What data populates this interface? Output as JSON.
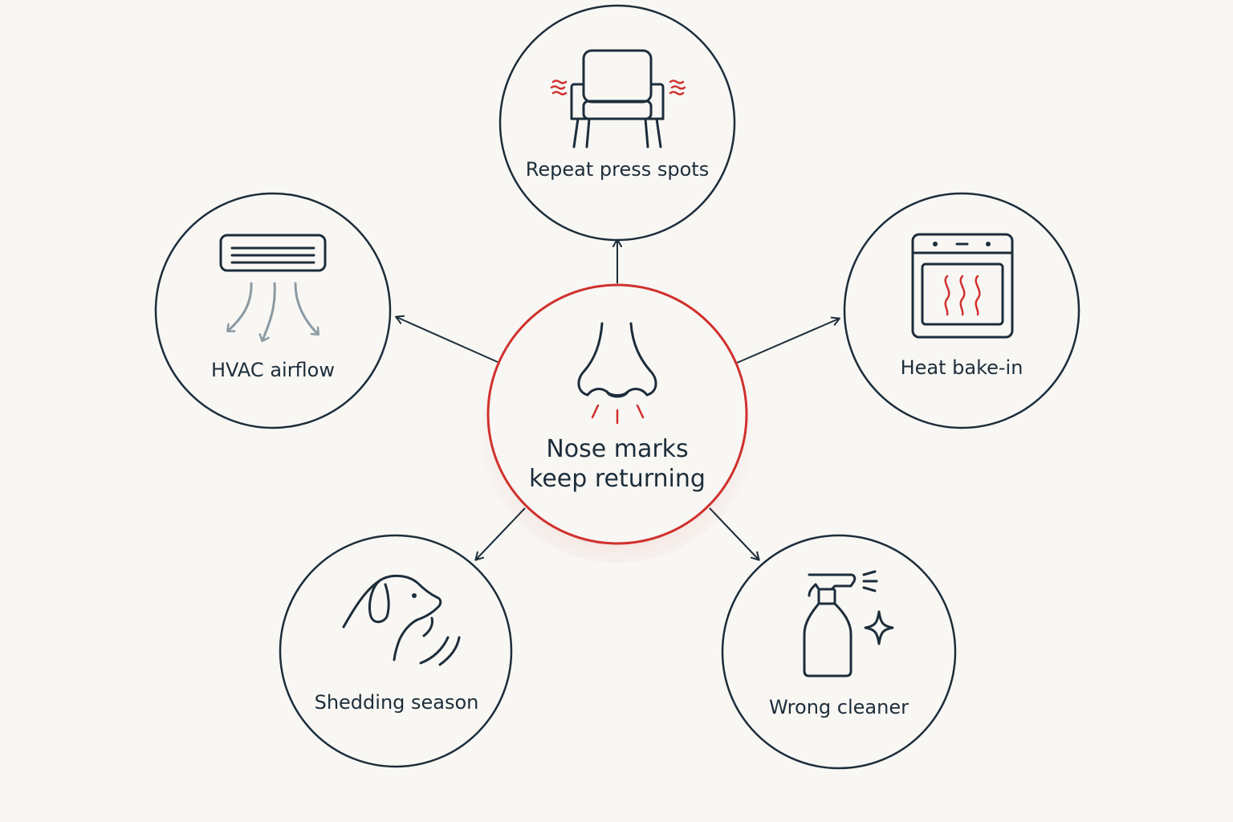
{
  "center": {
    "label_line1": "Nose marks",
    "label_line2": "keep returning",
    "icon": "nose-icon"
  },
  "causes": [
    {
      "id": "repeat-press-spots",
      "label": "Repeat press spots",
      "icon": "armchair-icon"
    },
    {
      "id": "hvac-airflow",
      "label": "HVAC airflow",
      "icon": "air-conditioner-icon"
    },
    {
      "id": "heat-bake-in",
      "label": "Heat bake-in",
      "icon": "oven-icon"
    },
    {
      "id": "shedding-season",
      "label": "Shedding season",
      "icon": "dog-icon"
    },
    {
      "id": "wrong-cleaner",
      "label": "Wrong cleaner",
      "icon": "spray-bottle-icon"
    }
  ],
  "colors": {
    "ink": "#1d2d3a",
    "accent": "#d0312d",
    "airflow": "#8b9aa3",
    "background": "#f8f7f4"
  }
}
